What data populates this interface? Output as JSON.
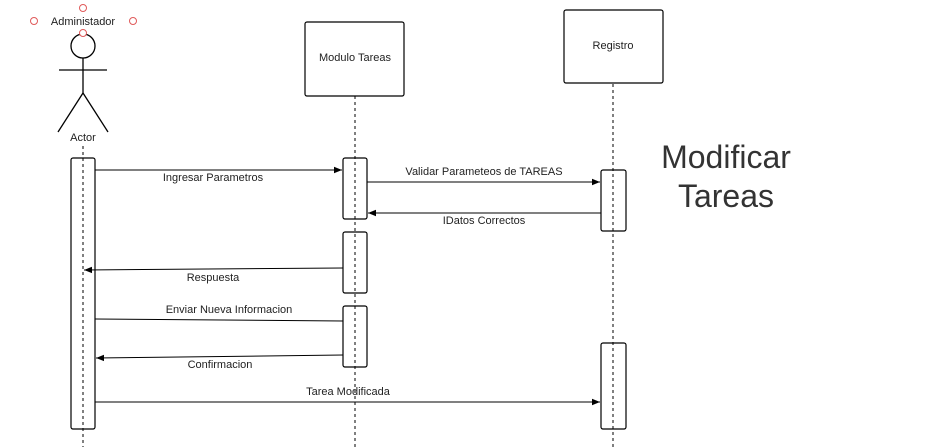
{
  "actor": {
    "top_label": "Administador",
    "bottom_label": "Actor"
  },
  "lifelines": {
    "modulo": "Modulo Tareas",
    "registro": "Registro"
  },
  "messages": {
    "ingresar": "Ingresar Parametros",
    "validar": "Validar Parameteos de   TAREAS",
    "datos": "IDatos Correctos",
    "respuesta": "Respuesta",
    "enviar": "Enviar  Nueva Informacion",
    "confirmacion": "Confirmacion",
    "tarea": "Tarea Modificada"
  },
  "title": {
    "line1": "Modificar",
    "line2": "Tareas"
  },
  "colors": {
    "line": "#000000",
    "handle": "#e05a5a",
    "title": "#333333"
  }
}
